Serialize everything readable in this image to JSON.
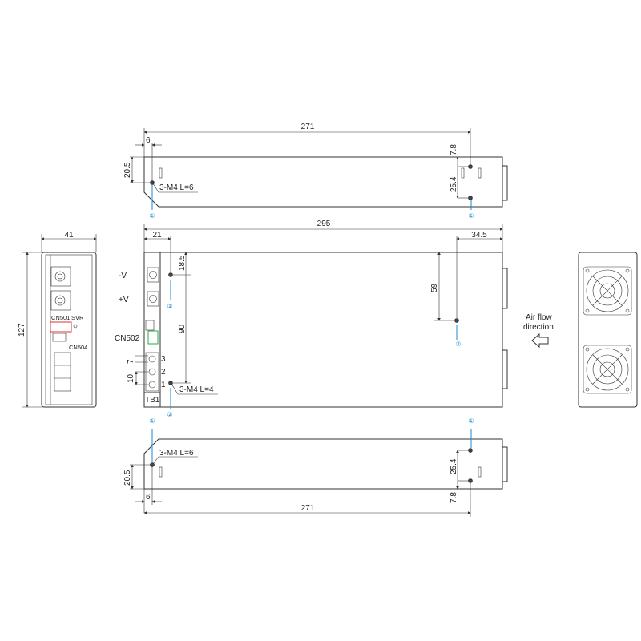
{
  "top_view": {
    "dim_length": "271",
    "dim_offset": "6",
    "dim_height": "20.5",
    "dim_top": "7.8",
    "dim_spacing": "25.4",
    "screw_note": "3-M4  L=6",
    "marker_left": "①",
    "marker_right": "①"
  },
  "front_view": {
    "dim_length": "295",
    "dim_left": "21",
    "dim_right": "34.5",
    "dim_top": "18.5",
    "dim_span": "90",
    "dim_hole": "59",
    "label_neg": "-V",
    "label_pos": "+V",
    "label_cn502": "CN502",
    "tb_pins": [
      "3",
      "2",
      "1"
    ],
    "dim_pin_7": "7",
    "dim_pin_10": "10",
    "label_tb1": "TB1",
    "screw_note": "3-M4  L=4",
    "marker": "②",
    "marker_bottom_left": "①",
    "marker_bottom_right": "①"
  },
  "side_view": {
    "dim_width": "41",
    "dim_height": "127",
    "label_cn501": "CN501",
    "label_svr": "SVR",
    "label_cn504": "CN504"
  },
  "bottom_view": {
    "dim_length": "271",
    "dim_offset": "6",
    "dim_height": "20.5",
    "dim_spacing": "25.4",
    "dim_bottom": "7.8",
    "screw_note": "3-M4  L=6"
  },
  "airflow": {
    "label_line1": "Air flow",
    "label_line2": "direction"
  },
  "colors": {
    "marker": "#1a8ad4",
    "cn501_box": "#e03030",
    "cn502_box": "#2aa84a"
  }
}
